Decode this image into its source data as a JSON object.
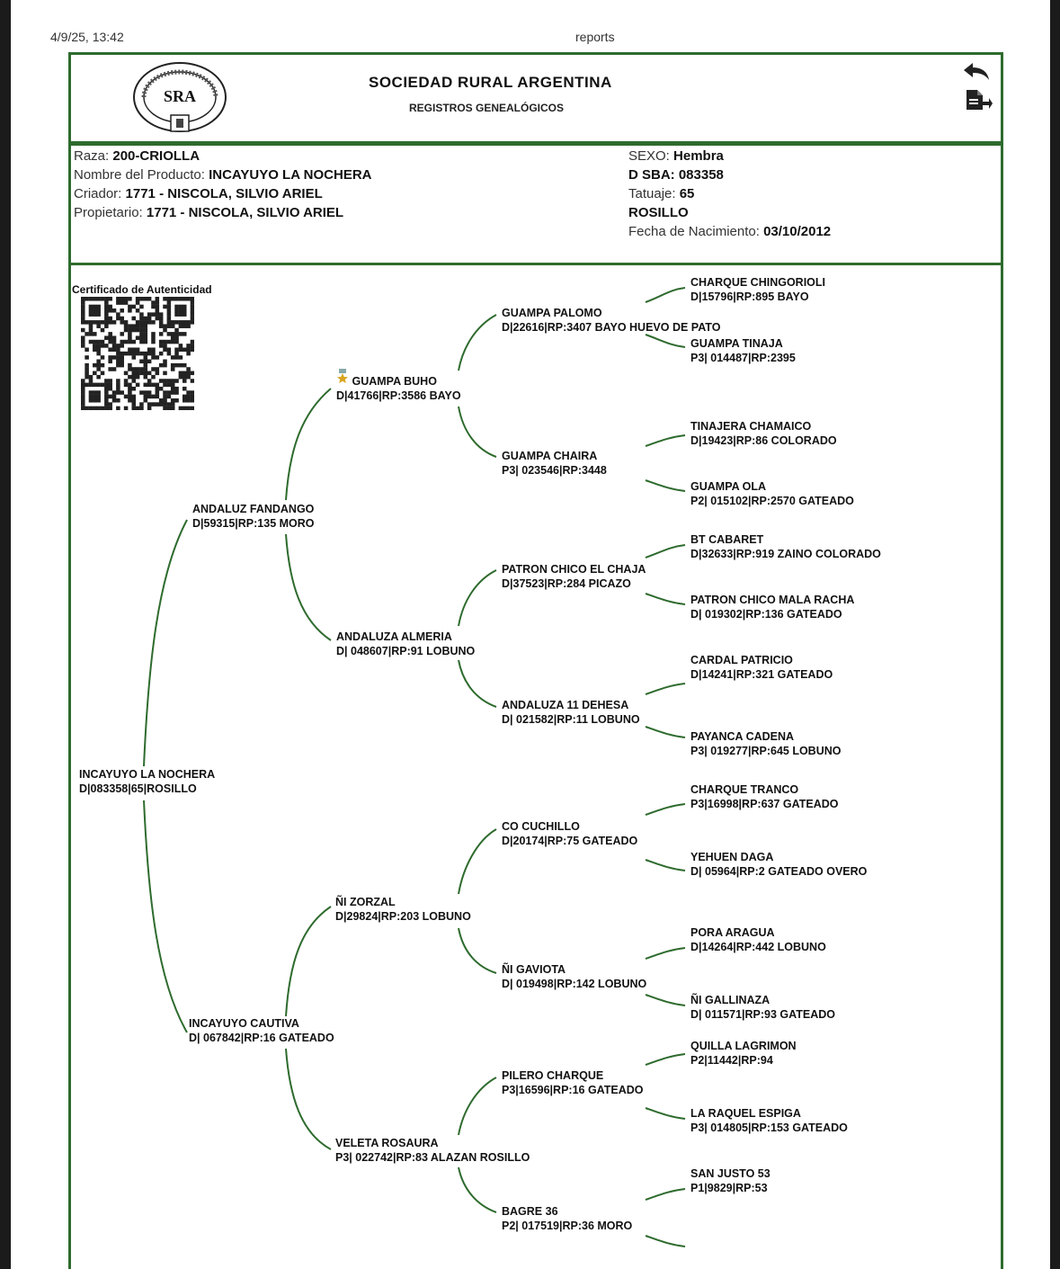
{
  "print_header": {
    "datetime": "4/9/25, 13:42",
    "title": "reports"
  },
  "header": {
    "logo_text": "SRA",
    "org_name": "SOCIEDAD RURAL ARGENTINA",
    "subtitle": "REGISTROS GENEALÓGICOS",
    "icons": {
      "back": "back-arrow-icon",
      "export": "document-export-icon"
    }
  },
  "info": {
    "raza_label": "Raza:",
    "raza_value": "200-CRIOLLA",
    "nombre_label": "Nombre del Producto:",
    "nombre_value": "INCAYUYO LA NOCHERA",
    "criador_label": "Criador:",
    "criador_value": "1771 - NISCOLA, SILVIO ARIEL",
    "propietario_label": "Propietario:",
    "propietario_value": "1771 - NISCOLA, SILVIO ARIEL",
    "sexo_label": "SEXO:",
    "sexo_value": "Hembra",
    "dsba": "D SBA: 083358",
    "tatuaje_label": "Tatuaje:",
    "tatuaje_value": "65",
    "pelaje": "ROSILLO",
    "nacimiento_label": "Fecha de Nacimiento:",
    "nacimiento_value": "03/10/2012"
  },
  "certificate_label": "Certificado de Autenticidad",
  "pedigree": {
    "root": {
      "name": "INCAYUYO LA NOCHERA",
      "detail": "D|083358|65|ROSILLO"
    },
    "gen1": [
      {
        "name": "ANDALUZ FANDANGO",
        "detail": "D|59315|RP:135 MORO"
      },
      {
        "name": "INCAYUYO CAUTIVA",
        "detail": "D| 067842|RP:16 GATEADO"
      }
    ],
    "gen2": [
      {
        "name": "GUAMPA BUHO",
        "detail": "D|41766|RP:3586 BAYO",
        "badge": "star-medal-icon"
      },
      {
        "name": "ANDALUZA ALMERIA",
        "detail": "D| 048607|RP:91 LOBUNO"
      },
      {
        "name": "ÑI ZORZAL",
        "detail": "D|29824|RP:203 LOBUNO"
      },
      {
        "name": "VELETA ROSAURA",
        "detail": "P3| 022742|RP:83 ALAZAN ROSILLO"
      }
    ],
    "gen3": [
      {
        "name": "GUAMPA PALOMO",
        "detail": "D|22616|RP:3407 BAYO HUEVO DE PATO"
      },
      {
        "name": "GUAMPA CHAIRA",
        "detail": "P3| 023546|RP:3448"
      },
      {
        "name": "PATRON CHICO EL CHAJA",
        "detail": "D|37523|RP:284 PICAZO"
      },
      {
        "name": "ANDALUZA 11 DEHESA",
        "detail": "D| 021582|RP:11 LOBUNO"
      },
      {
        "name": "CO CUCHILLO",
        "detail": "D|20174|RP:75 GATEADO"
      },
      {
        "name": "ÑI GAVIOTA",
        "detail": "D| 019498|RP:142 LOBUNO"
      },
      {
        "name": "PILERO CHARQUE",
        "detail": "P3|16596|RP:16 GATEADO"
      },
      {
        "name": "BAGRE 36",
        "detail": "P2| 017519|RP:36 MORO"
      }
    ],
    "gen4": [
      {
        "name": "CHARQUE CHINGORIOLI",
        "detail": "D|15796|RP:895 BAYO"
      },
      {
        "name": "GUAMPA TINAJA",
        "detail": "P3| 014487|RP:2395"
      },
      {
        "name": "TINAJERA CHAMAICO",
        "detail": "D|19423|RP:86 COLORADO"
      },
      {
        "name": "GUAMPA OLA",
        "detail": "P2| 015102|RP:2570 GATEADO"
      },
      {
        "name": "BT CABARET",
        "detail": "D|32633|RP:919 ZAINO COLORADO"
      },
      {
        "name": "PATRON CHICO MALA RACHA",
        "detail": "D| 019302|RP:136 GATEADO"
      },
      {
        "name": "CARDAL PATRICIO",
        "detail": "D|14241|RP:321 GATEADO"
      },
      {
        "name": "PAYANCA CADENA",
        "detail": "P3| 019277|RP:645 LOBUNO"
      },
      {
        "name": "CHARQUE TRANCO",
        "detail": "P3|16998|RP:637 GATEADO"
      },
      {
        "name": "YEHUEN DAGA",
        "detail": "D| 05964|RP:2 GATEADO OVERO"
      },
      {
        "name": "PORA ARAGUA",
        "detail": "D|14264|RP:442 LOBUNO"
      },
      {
        "name": "ÑI GALLINAZA",
        "detail": "D| 011571|RP:93 GATEADO"
      },
      {
        "name": "QUILLA LAGRIMON",
        "detail": "P2|11442|RP:94"
      },
      {
        "name": "LA RAQUEL ESPIGA",
        "detail": "P3| 014805|RP:153 GATEADO"
      },
      {
        "name": "SAN JUSTO 53",
        "detail": "P1|9829|RP:53"
      }
    ]
  },
  "colors": {
    "frame": "#2e6b2e",
    "tree_line": "#2e6b2e",
    "text": "#111111"
  }
}
